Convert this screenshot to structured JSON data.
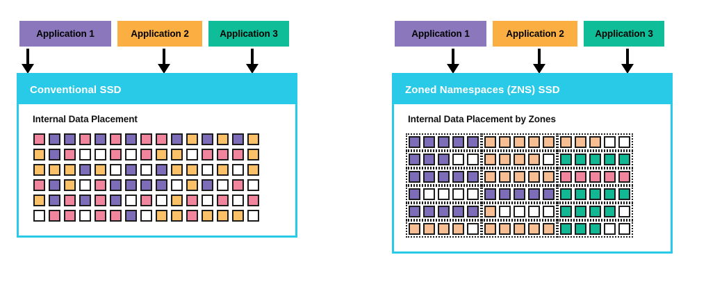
{
  "figure": {
    "colors": {
      "app1_purple": "#8B77BC",
      "app2_orange": "#FBAE41",
      "app3_teal": "#0FBE98",
      "ssd_cyan": "#29C9E8",
      "cell_pink": "#F2859E",
      "cell_purple": "#7D6DB8",
      "cell_amber": "#FBC169",
      "cell_peach": "#F7BE94",
      "cell_teal": "#12B794",
      "cell_empty": "#FFFFFF",
      "cell_border": "#1B1B1B",
      "text_dark": "#111111",
      "text_light": "#FFFFFF"
    }
  },
  "panels": [
    {
      "id": "conventional",
      "applications": [
        {
          "label": "Application 1",
          "color": "#8B77BC"
        },
        {
          "label": "Application 2",
          "color": "#FBAE41"
        },
        {
          "label": "Application 3",
          "color": "#0FBE98"
        }
      ],
      "ssd_title": "Conventional SSD",
      "subtitle": "Internal Data Placement",
      "grid": {
        "rows": 6,
        "cols": 15,
        "zoned": false,
        "cells": [
          [
            "pink",
            "purple",
            "purple",
            "pink",
            "purple",
            "pink",
            "purple",
            "pink",
            "pink",
            "purple",
            "amber",
            "purple",
            "amber",
            "purple",
            "amber"
          ],
          [
            "amber",
            "purple",
            "pink",
            "empty",
            "empty",
            "pink",
            "empty",
            "pink",
            "amber",
            "amber",
            "empty",
            "pink",
            "pink",
            "pink",
            "amber"
          ],
          [
            "amber",
            "amber",
            "amber",
            "purple",
            "amber",
            "empty",
            "purple",
            "empty",
            "purple",
            "amber",
            "amber",
            "empty",
            "amber",
            "empty",
            "amber"
          ],
          [
            "pink",
            "purple",
            "amber",
            "empty",
            "pink",
            "purple",
            "purple",
            "purple",
            "purple",
            "empty",
            "amber",
            "purple",
            "empty",
            "pink",
            "empty"
          ],
          [
            "amber",
            "purple",
            "pink",
            "purple",
            "pink",
            "purple",
            "empty",
            "pink",
            "empty",
            "amber",
            "pink",
            "empty",
            "pink",
            "empty",
            "pink"
          ],
          [
            "empty",
            "pink",
            "pink",
            "empty",
            "pink",
            "pink",
            "purple",
            "empty",
            "amber",
            "amber",
            "pink",
            "amber",
            "amber",
            "amber",
            "empty"
          ]
        ]
      }
    },
    {
      "id": "zns",
      "applications": [
        {
          "label": "Application 1",
          "color": "#8B77BC"
        },
        {
          "label": "Application 2",
          "color": "#FBAE41"
        },
        {
          "label": "Application 3",
          "color": "#0FBE98"
        }
      ],
      "ssd_title": "Zoned Namespaces (ZNS) SSD",
      "subtitle": "Internal Data Placement by Zones",
      "grid": {
        "rows": 6,
        "cols": 15,
        "zoned": true,
        "zone_cols": 3,
        "zone_width": 5,
        "cells": [
          [
            "purple",
            "purple",
            "purple",
            "purple",
            "purple",
            "peach",
            "peach",
            "peach",
            "peach",
            "peach",
            "peach",
            "peach",
            "peach",
            "empty",
            "empty"
          ],
          [
            "purple",
            "purple",
            "purple",
            "empty",
            "empty",
            "peach",
            "peach",
            "peach",
            "peach",
            "empty",
            "teal",
            "teal",
            "teal",
            "teal",
            "teal"
          ],
          [
            "purple",
            "purple",
            "purple",
            "purple",
            "purple",
            "peach",
            "peach",
            "peach",
            "peach",
            "peach",
            "pink",
            "pink",
            "pink",
            "pink",
            "pink"
          ],
          [
            "purple",
            "empty",
            "empty",
            "empty",
            "empty",
            "purple",
            "purple",
            "purple",
            "purple",
            "purple",
            "teal",
            "teal",
            "teal",
            "teal",
            "teal"
          ],
          [
            "purple",
            "purple",
            "purple",
            "purple",
            "purple",
            "peach",
            "empty",
            "empty",
            "empty",
            "empty",
            "teal",
            "teal",
            "teal",
            "teal",
            "empty"
          ],
          [
            "peach",
            "peach",
            "peach",
            "peach",
            "empty",
            "peach",
            "peach",
            "peach",
            "peach",
            "peach",
            "teal",
            "teal",
            "teal",
            "empty",
            "empty"
          ]
        ]
      }
    }
  ]
}
